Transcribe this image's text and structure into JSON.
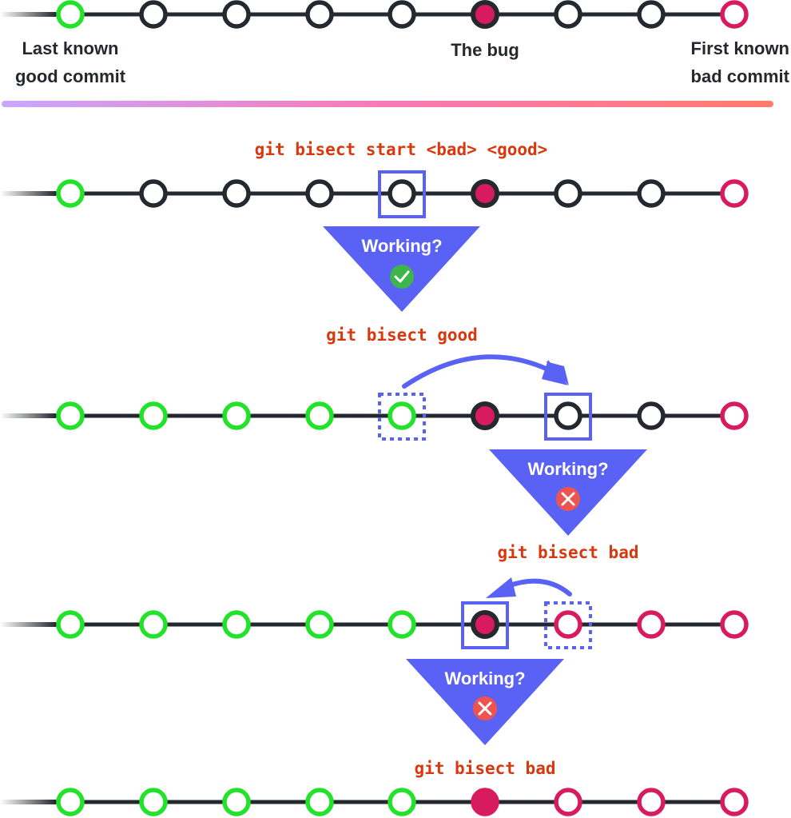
{
  "colors": {
    "line": "#24292f",
    "good": "#22e22a",
    "bad": "#d81b5e",
    "untested": "#24292f",
    "selection": "#5a62f5",
    "command": "#d8380e",
    "check_bg": "#3cb54a",
    "cross_bg": "#ef5350",
    "gradient": [
      "#caa6ff",
      "#f77ab7",
      "#ff7b6b"
    ]
  },
  "legend": {
    "last_good": [
      "Last known",
      "good commit"
    ],
    "bug": "The bug",
    "first_bad": [
      "First known",
      "bad commit"
    ]
  },
  "rows": [
    {
      "id": "overview",
      "commits": [
        "good",
        "untested",
        "untested",
        "untested",
        "untested",
        "bug",
        "untested",
        "untested",
        "bad"
      ]
    },
    {
      "id": "step-start",
      "command": "git bisect start <bad> <good>",
      "commits": [
        "good",
        "untested",
        "untested",
        "untested",
        "untested",
        "bug",
        "untested",
        "untested",
        "bad"
      ],
      "selected": 4,
      "test": {
        "question": "Working?",
        "result": "pass",
        "result_icon": "check-icon"
      }
    },
    {
      "id": "step-good",
      "command": "git bisect good",
      "commits": [
        "good",
        "good",
        "good",
        "good",
        "good",
        "bug",
        "untested",
        "untested",
        "bad"
      ],
      "previous": 4,
      "selected": 6,
      "test": {
        "question": "Working?",
        "result": "fail",
        "result_icon": "cross-icon"
      }
    },
    {
      "id": "step-bad-1",
      "command": "git bisect bad",
      "commits": [
        "good",
        "good",
        "good",
        "good",
        "good",
        "bug",
        "bad",
        "bad",
        "bad"
      ],
      "previous": 6,
      "selected": 5,
      "test": {
        "question": "Working?",
        "result": "fail",
        "result_icon": "cross-icon"
      }
    },
    {
      "id": "step-bad-2",
      "command": "git bisect bad",
      "commits": [
        "good",
        "good",
        "good",
        "good",
        "good",
        "found",
        "bad",
        "bad",
        "bad"
      ]
    }
  ]
}
